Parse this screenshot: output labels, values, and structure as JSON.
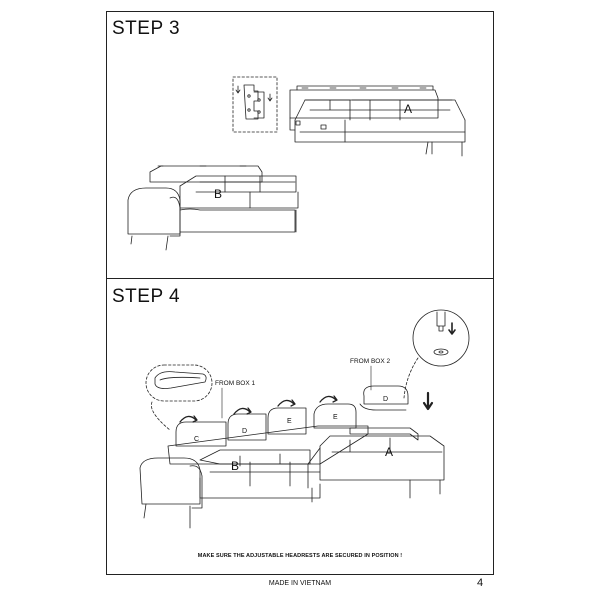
{
  "steps": [
    {
      "title": "STEP 3",
      "labels": {
        "a": "A",
        "b": "B"
      }
    },
    {
      "title": "STEP 4",
      "labels": {
        "a": "A",
        "b": "B",
        "c": "C",
        "d1": "D",
        "e1": "E",
        "e2": "E",
        "d2": "D"
      },
      "callouts": {
        "box1": "FROM BOX 1",
        "box2": "FROM BOX 2"
      },
      "note": "MAKE SURE THE ADJUSTABLE HEADRESTS ARE SECURED IN POSITION !"
    }
  ],
  "footer": {
    "origin": "MADE IN VIETNAM",
    "page": "4"
  },
  "icons": [
    "bracket-detail-icon",
    "down-arrow-icon",
    "curved-arrow-icon",
    "peg-detail-icon",
    "headrest-detail-icon"
  ]
}
